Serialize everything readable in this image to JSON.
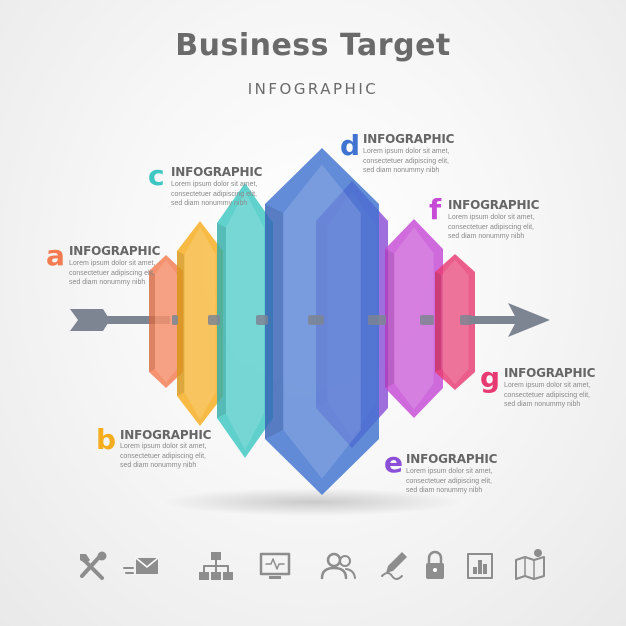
{
  "header": {
    "title": "Business Target",
    "subtitle": "INFOGRAPHIC"
  },
  "steps": [
    {
      "letter": "a",
      "heading": "INFOGRAPHIC",
      "color": "#f47b50",
      "lines": [
        "Lorem ipsum dolor sit amet,",
        "consectetuer adipiscing elit,",
        "sed diam nonummy nibh"
      ]
    },
    {
      "letter": "b",
      "heading": "INFOGRAPHIC",
      "color": "#f6ad1d",
      "lines": [
        "Lorem ipsum dolor sit amet,",
        "consectetuer adipiscing elit,",
        "sed diam nonummy nibh"
      ]
    },
    {
      "letter": "c",
      "heading": "INFOGRAPHIC",
      "color": "#3ec7c2",
      "lines": [
        "Lorem ipsum dolor sit amet,",
        "consectetuer adipiscing elit,",
        "sed diam nonummy nibh"
      ]
    },
    {
      "letter": "d",
      "heading": "INFOGRAPHIC",
      "color": "#3f73cf",
      "lines": [
        "Lorem ipsum dolor sit amet,",
        "consectetuer adipiscing elit,",
        "sed diam nonummy nibh"
      ]
    },
    {
      "letter": "e",
      "heading": "INFOGRAPHIC",
      "color": "#8a4fd6",
      "lines": [
        "Lorem ipsum dolor sit amet,",
        "consectetuer adipiscing elit,",
        "sed diam nonummy nibh"
      ]
    },
    {
      "letter": "f",
      "heading": "INFOGRAPHIC",
      "color": "#c64ad6",
      "lines": [
        "Lorem ipsum dolor sit amet,",
        "consectetuer adipiscing elit,",
        "sed diam nonummy nibh"
      ]
    },
    {
      "letter": "g",
      "heading": "INFOGRAPHIC",
      "color": "#e83a72",
      "lines": [
        "Lorem ipsum dolor sit amet,",
        "consectetuer adipiscing elit,",
        "sed diam nonummy nibh"
      ]
    }
  ],
  "icons": [
    "tools-icon",
    "mail-icon",
    "org-chart-icon",
    "monitor-icon",
    "users-icon",
    "pen-icon",
    "lock-icon",
    "bar-chart-icon",
    "map-icon"
  ],
  "colors": {
    "arrow": "#7d8593",
    "icon": "#8d8d8d",
    "text": "#6a6a6a"
  }
}
